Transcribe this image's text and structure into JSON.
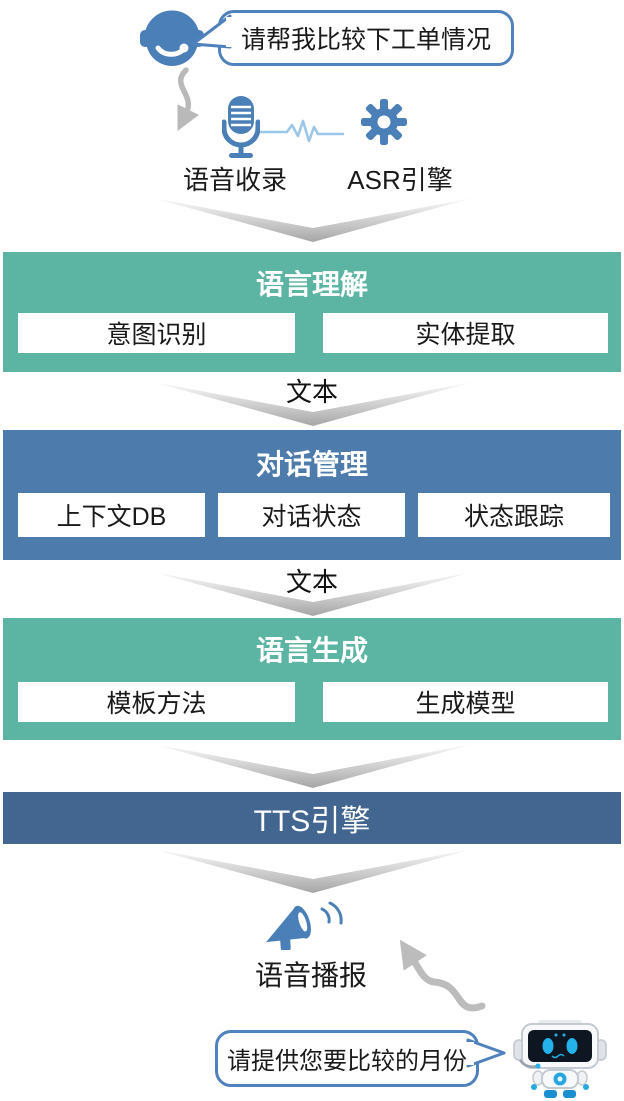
{
  "palette": {
    "accent_blue": "#4f81bd",
    "teal": "#5cb5a3",
    "steel_blue": "#4d7cac",
    "navy": "#42668f",
    "arrow_gray": "#b9b9b9",
    "waveform_blue": "#9cc7e8",
    "text_dark": "#1a1a1a"
  },
  "top": {
    "user_bubble_text": "请帮我比较下工单情况",
    "voice_capture_label": "语音收录",
    "asr_label": "ASR引擎"
  },
  "stages": {
    "nlu": {
      "title": "语言理解",
      "items": [
        "意图识别",
        "实体提取"
      ]
    },
    "dm": {
      "title": "对话管理",
      "items": [
        "上下文DB",
        "对话状态",
        "状态跟踪"
      ]
    },
    "nlg": {
      "title": "语言生成",
      "items": [
        "模板方法",
        "生成模型"
      ]
    },
    "tts": {
      "title": "TTS引擎"
    }
  },
  "connectors": {
    "text_label_1": "文本",
    "text_label_2": "文本"
  },
  "bottom": {
    "broadcast_label": "语音播报",
    "bot_bubble_text": "请提供您要比较的月份"
  }
}
